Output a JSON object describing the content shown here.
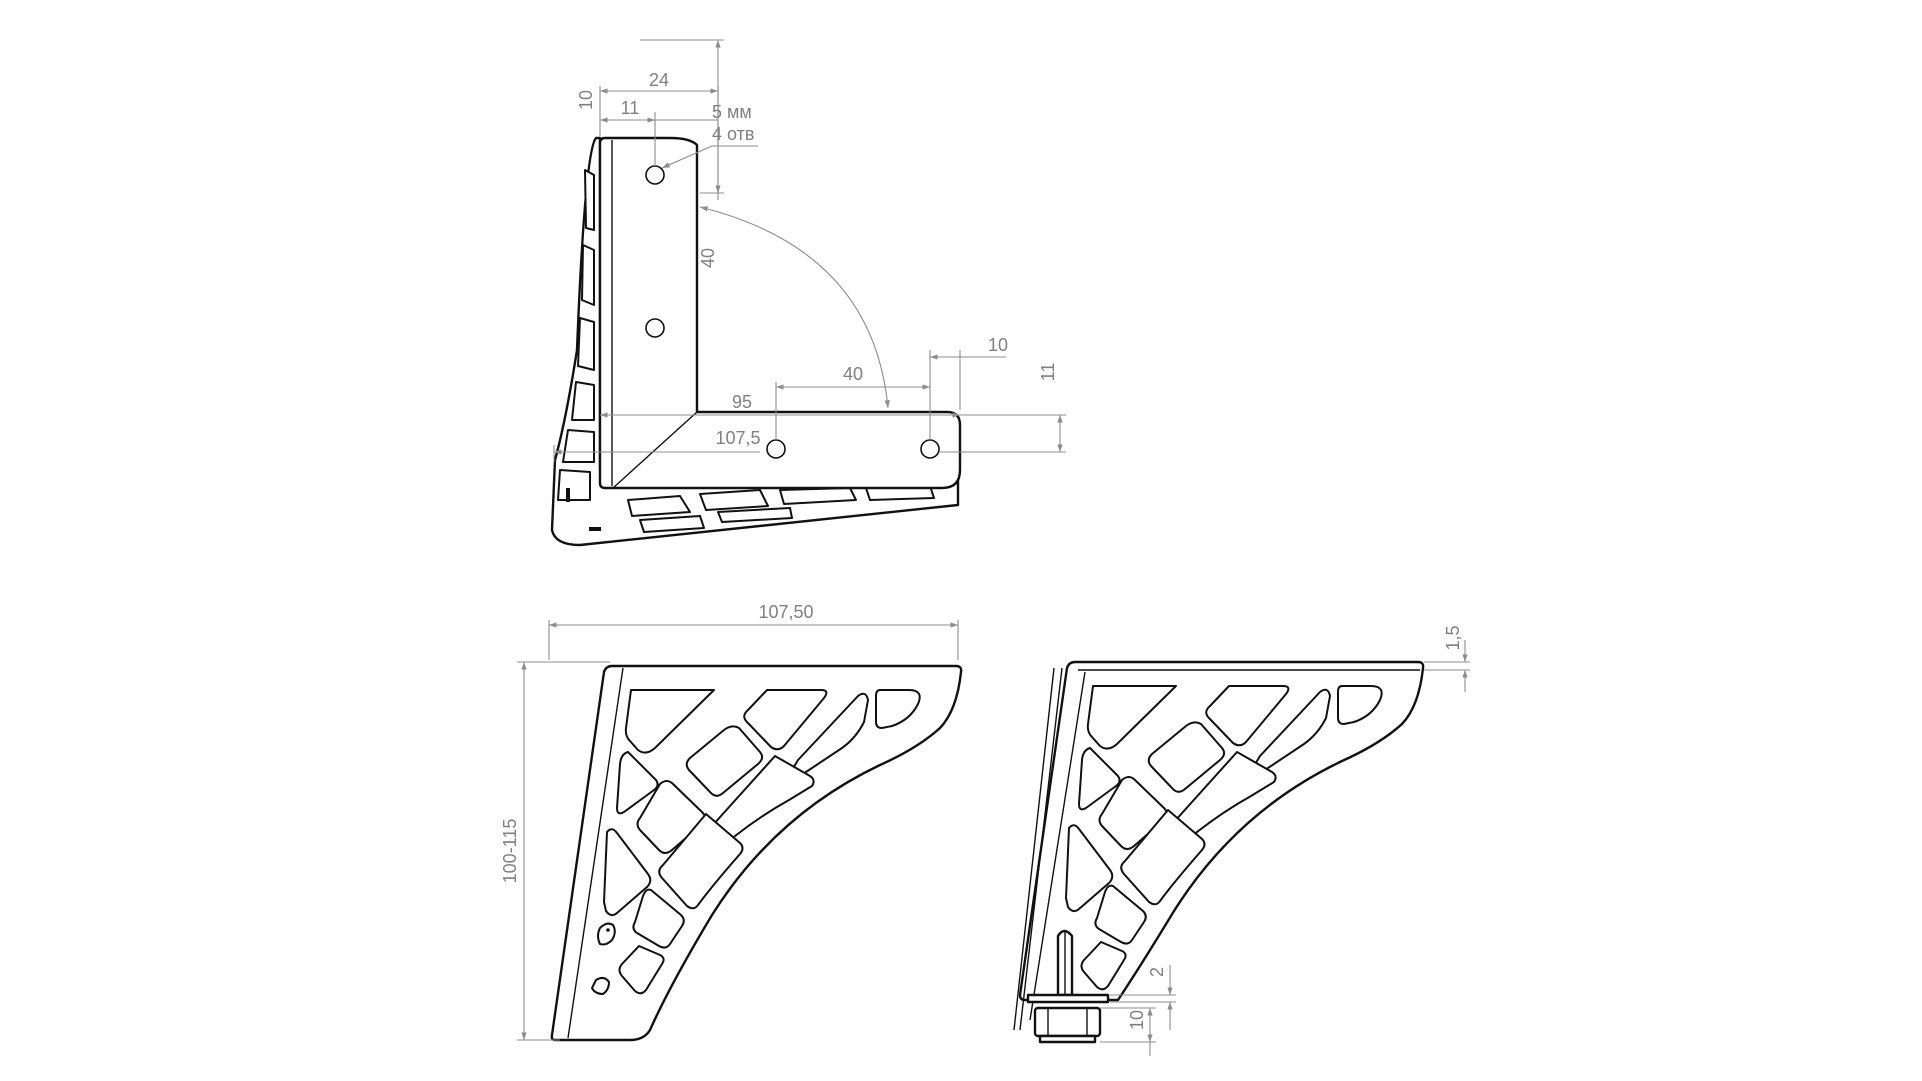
{
  "views": {
    "top_view": {
      "labels": {
        "d24": "24",
        "d10_top": "10",
        "d11_top": "11",
        "hole_size": "5 мм",
        "hole_count": "4 отв",
        "d40_vert": "40",
        "d10_right": "10",
        "d40_horiz": "40",
        "d11_right": "11",
        "d95": "95",
        "d107_5": "107,5"
      }
    },
    "front_view": {
      "labels": {
        "width": "107,50",
        "height": "100-115"
      }
    },
    "side_view": {
      "labels": {
        "d1_5": "1,5",
        "d2": "2",
        "d10_foot": "10"
      }
    }
  },
  "colors": {
    "outline": "#111111",
    "dimension": "#8c8c8c",
    "background": "#ffffff"
  }
}
